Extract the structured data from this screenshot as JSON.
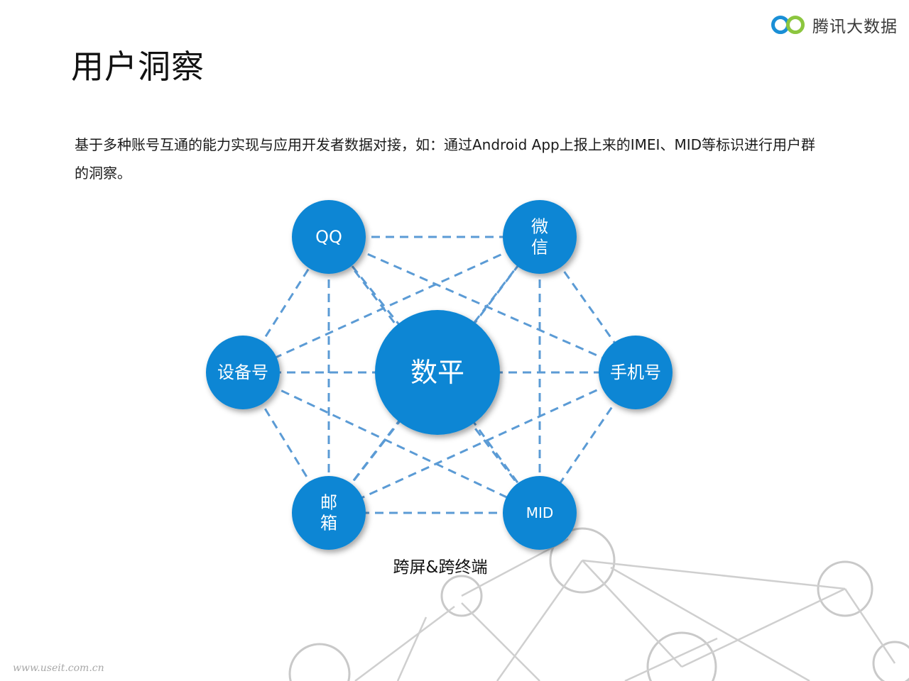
{
  "logo": {
    "text": "腾讯大数据",
    "icon": "infinity-icon",
    "colors": [
      "#1a8fd6",
      "#8cc63f"
    ]
  },
  "title": "用户洞察",
  "description": "基于多种账号互通的能力实现与应用开发者数据对接，如：通过Android App上报上来的IMEI、MID等标识进行用户群的洞察。",
  "diagram": {
    "center": {
      "label": [
        "数平"
      ]
    },
    "nodes": [
      {
        "id": "qq",
        "label": [
          "QQ"
        ]
      },
      {
        "id": "wechat",
        "label": [
          "微",
          "信"
        ]
      },
      {
        "id": "phone",
        "label": [
          "手机号"
        ]
      },
      {
        "id": "mid",
        "label": [
          "MID"
        ]
      },
      {
        "id": "email",
        "label": [
          "邮",
          "箱"
        ]
      },
      {
        "id": "device",
        "label": [
          "设备号"
        ]
      }
    ],
    "node_color": "#0e86d4",
    "line_color": "#5b9bd5",
    "caption": "跨屏&跨终端"
  },
  "watermark": "www.useit.com.cn"
}
